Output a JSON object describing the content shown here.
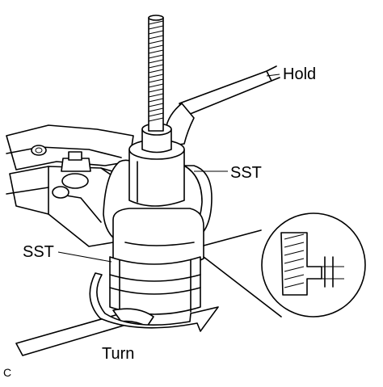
{
  "labels": {
    "hold": "Hold",
    "sst_upper": "SST",
    "sst_lower": "SST",
    "turn": "Turn",
    "figure_code": "C"
  },
  "icons": {
    "rotation": "curved-arrow-icon",
    "detail": "magnified-detail-circle"
  },
  "colors": {
    "line": "#000000",
    "background": "#ffffff"
  }
}
